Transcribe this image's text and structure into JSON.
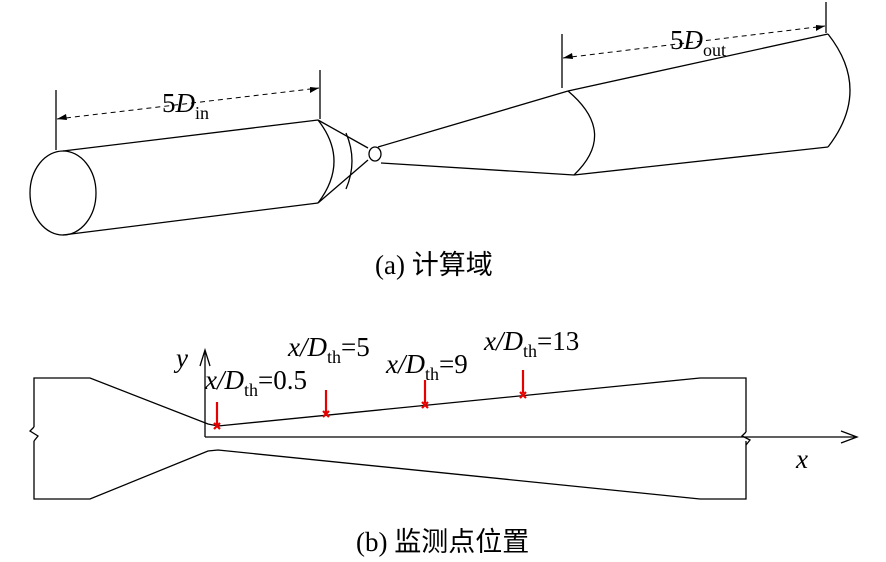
{
  "figure_a": {
    "inlet_label": {
      "prefix": "5",
      "var": "D",
      "sub": "in"
    },
    "outlet_label": {
      "prefix": "5",
      "var": "D",
      "sub": "out"
    },
    "caption": "(a) 计算域"
  },
  "figure_b": {
    "axis_x": "x",
    "axis_y": "y",
    "probes": [
      {
        "var": "x/D",
        "sub": "th",
        "value": "=0.5"
      },
      {
        "var": "x/D",
        "sub": "th",
        "value": "=5"
      },
      {
        "var": "x/D",
        "sub": "th",
        "value": "=9"
      },
      {
        "var": "x/D",
        "sub": "th",
        "value": "=13"
      }
    ],
    "probe_color": "#e60000",
    "caption": "(b) 监测点位置"
  }
}
